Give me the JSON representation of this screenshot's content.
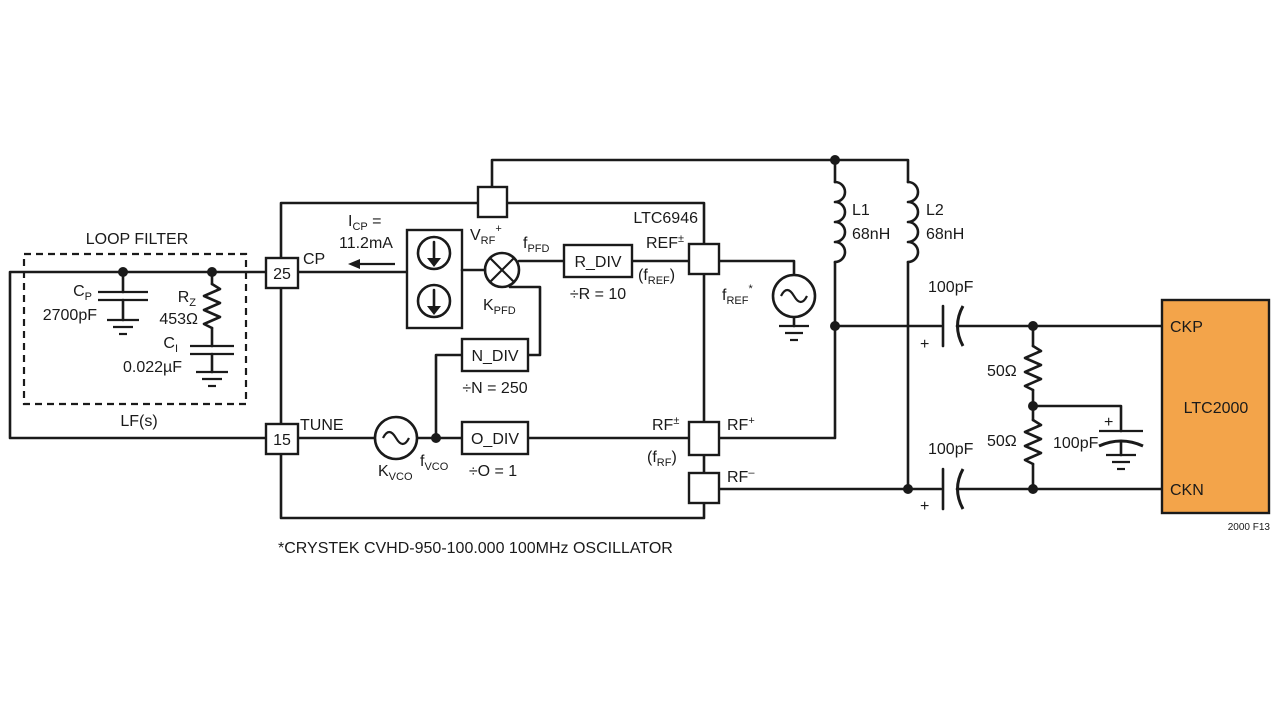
{
  "loop_filter": {
    "title": "LOOP FILTER",
    "transfer": "LF(s)",
    "cp": {
      "name": "C",
      "sub": "P",
      "value": "2700pF"
    },
    "rz": {
      "name": "R",
      "sub": "Z",
      "value": "453Ω"
    },
    "ci": {
      "name": "C",
      "sub": "I",
      "value": "0.022µF"
    }
  },
  "chip": {
    "name": "LTC6946",
    "pin_cp": "25",
    "cp_label": "CP",
    "pin_tune": "15",
    "tune_label": "TUNE",
    "icp": {
      "name": "I",
      "sub": "CP",
      "suffix": " =",
      "value": "11.2mA"
    },
    "kpfd": {
      "name": "K",
      "sub": "PFD"
    },
    "fpfd": {
      "name": "f",
      "sub": "PFD"
    },
    "vrf": {
      "name": "V",
      "sub": "RF",
      "sup": "+"
    },
    "r_div": {
      "label": "R_DIV",
      "ratio": "÷R = 10"
    },
    "n_div": {
      "label": "N_DIV",
      "ratio": "÷N = 250"
    },
    "o_div": {
      "label": "O_DIV",
      "ratio": "÷O = 1"
    },
    "ref_pin": {
      "name": "REF",
      "sup": "±"
    },
    "fref_paren": {
      "pre": "(f",
      "sub": "REF",
      "post": ")"
    },
    "rf_pin": {
      "name": "RF",
      "sup": "±"
    },
    "frf_paren": {
      "pre": "(f",
      "sub": "RF",
      "post": ")"
    },
    "kvco": {
      "name": "K",
      "sub": "VCO"
    },
    "fvco": {
      "name": "f",
      "sub": "VCO"
    },
    "rf_plus": {
      "name": "RF",
      "sup": "+"
    },
    "rf_minus": {
      "name": "RF",
      "sup": "–"
    }
  },
  "ref_source": {
    "name": "f",
    "sub": "REF",
    "sup": "*"
  },
  "inductors": {
    "l1": {
      "name": "L1",
      "value": "68nH"
    },
    "l2": {
      "name": "L2",
      "value": "68nH"
    }
  },
  "output": {
    "cap_top": "100pF",
    "cap_bottom": "100pF",
    "r_top": "50Ω",
    "r_bottom": "50Ω",
    "cap_bypass": "100pF",
    "plus_sign": "+"
  },
  "adc": {
    "name": "LTC2000",
    "pin_p": "CKP",
    "pin_n": "CKN",
    "fill": "#f3a44a",
    "border": "#1a1a1a"
  },
  "footnote": "*CRYSTEK CVHD-950-100.000 100MHz OSCILLATOR",
  "figure_tag": "2000 F13"
}
